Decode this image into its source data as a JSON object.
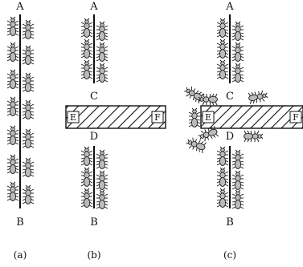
{
  "panels": [
    {
      "caption": "(a)",
      "top_label": "A",
      "bottom_label": "B"
    },
    {
      "caption": "(b)",
      "top_label": "A",
      "bottom_label": "B",
      "upper_gate_label": "C",
      "lower_gate_label": "D",
      "left_box_label": "E",
      "right_box_label": "F"
    },
    {
      "caption": "(c)",
      "top_label": "A",
      "bottom_label": "B",
      "upper_gate_label": "C",
      "lower_gate_label": "D",
      "left_box_label": "E",
      "right_box_label": "F"
    }
  ],
  "icons": {
    "insect": "ant-icon",
    "trail": "pheromone-trail-line",
    "obstacle": "hatched-barrier"
  }
}
